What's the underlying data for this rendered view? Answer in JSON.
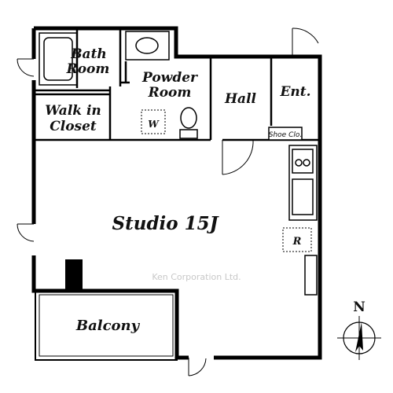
{
  "rooms": {
    "bath_line1": "Bath",
    "bath_line2": "Room",
    "powder_line1": "Powder",
    "powder_line2": "Room",
    "hall": "Hall",
    "entrance": "Ent.",
    "closet_line1": "Walk in",
    "closet_line2": "Closet",
    "shoe_closet": "Shoe Clo.",
    "studio": "Studio 15J",
    "balcony": "Balcony"
  },
  "appliances": {
    "washer": "W",
    "refrigerator": "R"
  },
  "watermark": "Ken Corporation Ltd.",
  "compass": {
    "north": "N"
  }
}
